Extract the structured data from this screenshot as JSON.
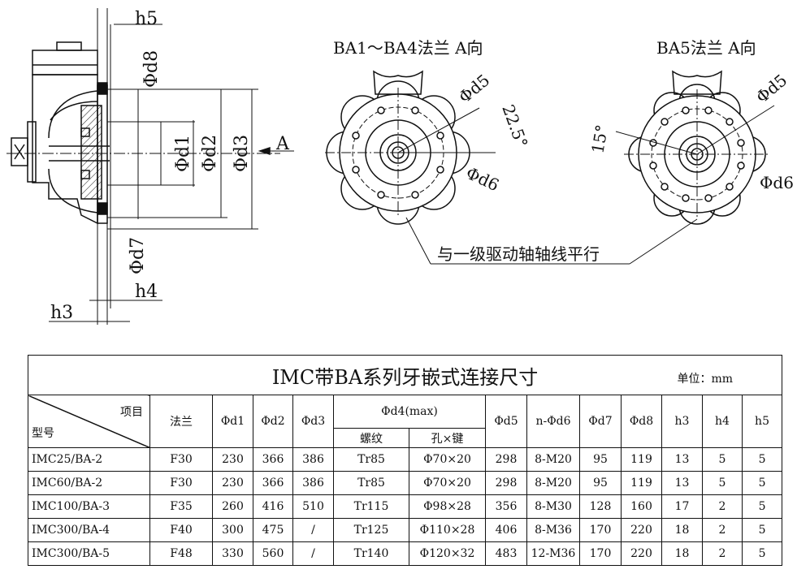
{
  "labels": {
    "h5": "h5",
    "d8": "Φd8",
    "d1": "Φd1",
    "d2": "Φd2",
    "d3": "Φd3",
    "arrow": "A",
    "d7": "Φd7",
    "h4": "h4",
    "h3": "h3",
    "view1_title": "BA1～BA4法兰 A向",
    "view2_title": "BA5法兰 A向",
    "d5a": "Φd5",
    "angle225": "22.5°",
    "d6a": "Φd6",
    "d5b": "Φd5",
    "angle15": "15°",
    "d6b": "Φd6",
    "note": "与一级驱动轴轴线平行"
  },
  "table": {
    "title": "IMC带BA系列牙嵌式连接尺寸",
    "unit": "单位：mm",
    "corner_top": "项目",
    "corner_bottom": "型号",
    "headers": {
      "flange": "法兰",
      "d1": "Φd1",
      "d2": "Φd2",
      "d3": "Φd3",
      "d4": "Φd4(max)",
      "d4_thread": "螺纹",
      "d4_bore": "孔×键",
      "d5": "Φd5",
      "d6": "n-Φd6",
      "d7": "Φd7",
      "d8": "Φd8",
      "h3": "h3",
      "h4": "h4",
      "h5": "h5"
    },
    "rows": [
      [
        "IMC25/BA-2",
        "F30",
        "230",
        "366",
        "386",
        "Tr85",
        "Φ70×20",
        "298",
        "8-M20",
        "95",
        "119",
        "13",
        "5",
        "5"
      ],
      [
        "IMC60/BA-2",
        "F30",
        "230",
        "366",
        "386",
        "Tr85",
        "Φ70×20",
        "298",
        "8-M20",
        "95",
        "119",
        "13",
        "5",
        "5"
      ],
      [
        "IMC100/BA-3",
        "F35",
        "260",
        "416",
        "510",
        "Tr115",
        "Φ98×28",
        "356",
        "8-M30",
        "128",
        "160",
        "17",
        "2",
        "5"
      ],
      [
        "IMC300/BA-4",
        "F40",
        "300",
        "475",
        "/",
        "Tr125",
        "Φ110×28",
        "406",
        "8-M36",
        "170",
        "220",
        "18",
        "2",
        "5"
      ],
      [
        "IMC300/BA-5",
        "F48",
        "330",
        "560",
        "/",
        "Tr140",
        "Φ120×32",
        "483",
        "12-M36",
        "170",
        "220",
        "18",
        "2",
        "5"
      ]
    ]
  }
}
